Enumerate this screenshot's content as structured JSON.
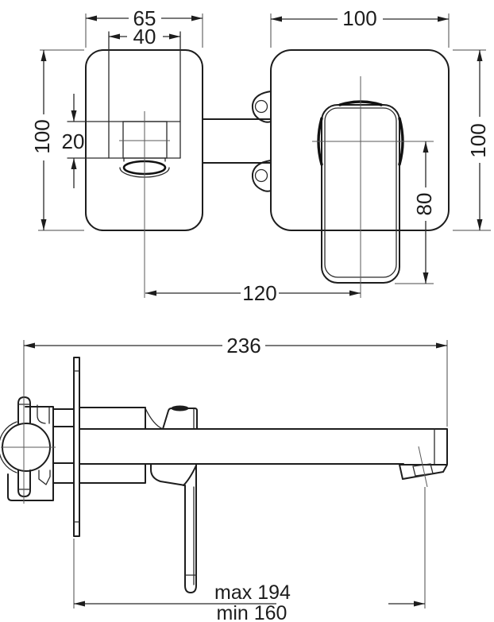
{
  "drawing": {
    "kind": "technical installation diagram",
    "subject": "wall-mounted single-lever basin mixer",
    "units": "mm",
    "front_view": {
      "dim_spout_plate_width": "65",
      "dim_spout_width": "40",
      "dim_left_plate_height": "100",
      "dim_spout_offset": "20",
      "dim_mixer_plate_width": "100",
      "dim_mixer_plate_height": "100",
      "dim_handle_lever_length": "80",
      "dim_centres_distance": "120"
    },
    "side_view": {
      "dim_total_depth": "236",
      "dim_spout_projection_max": "max 194",
      "dim_spout_projection_min": "min 160"
    }
  }
}
